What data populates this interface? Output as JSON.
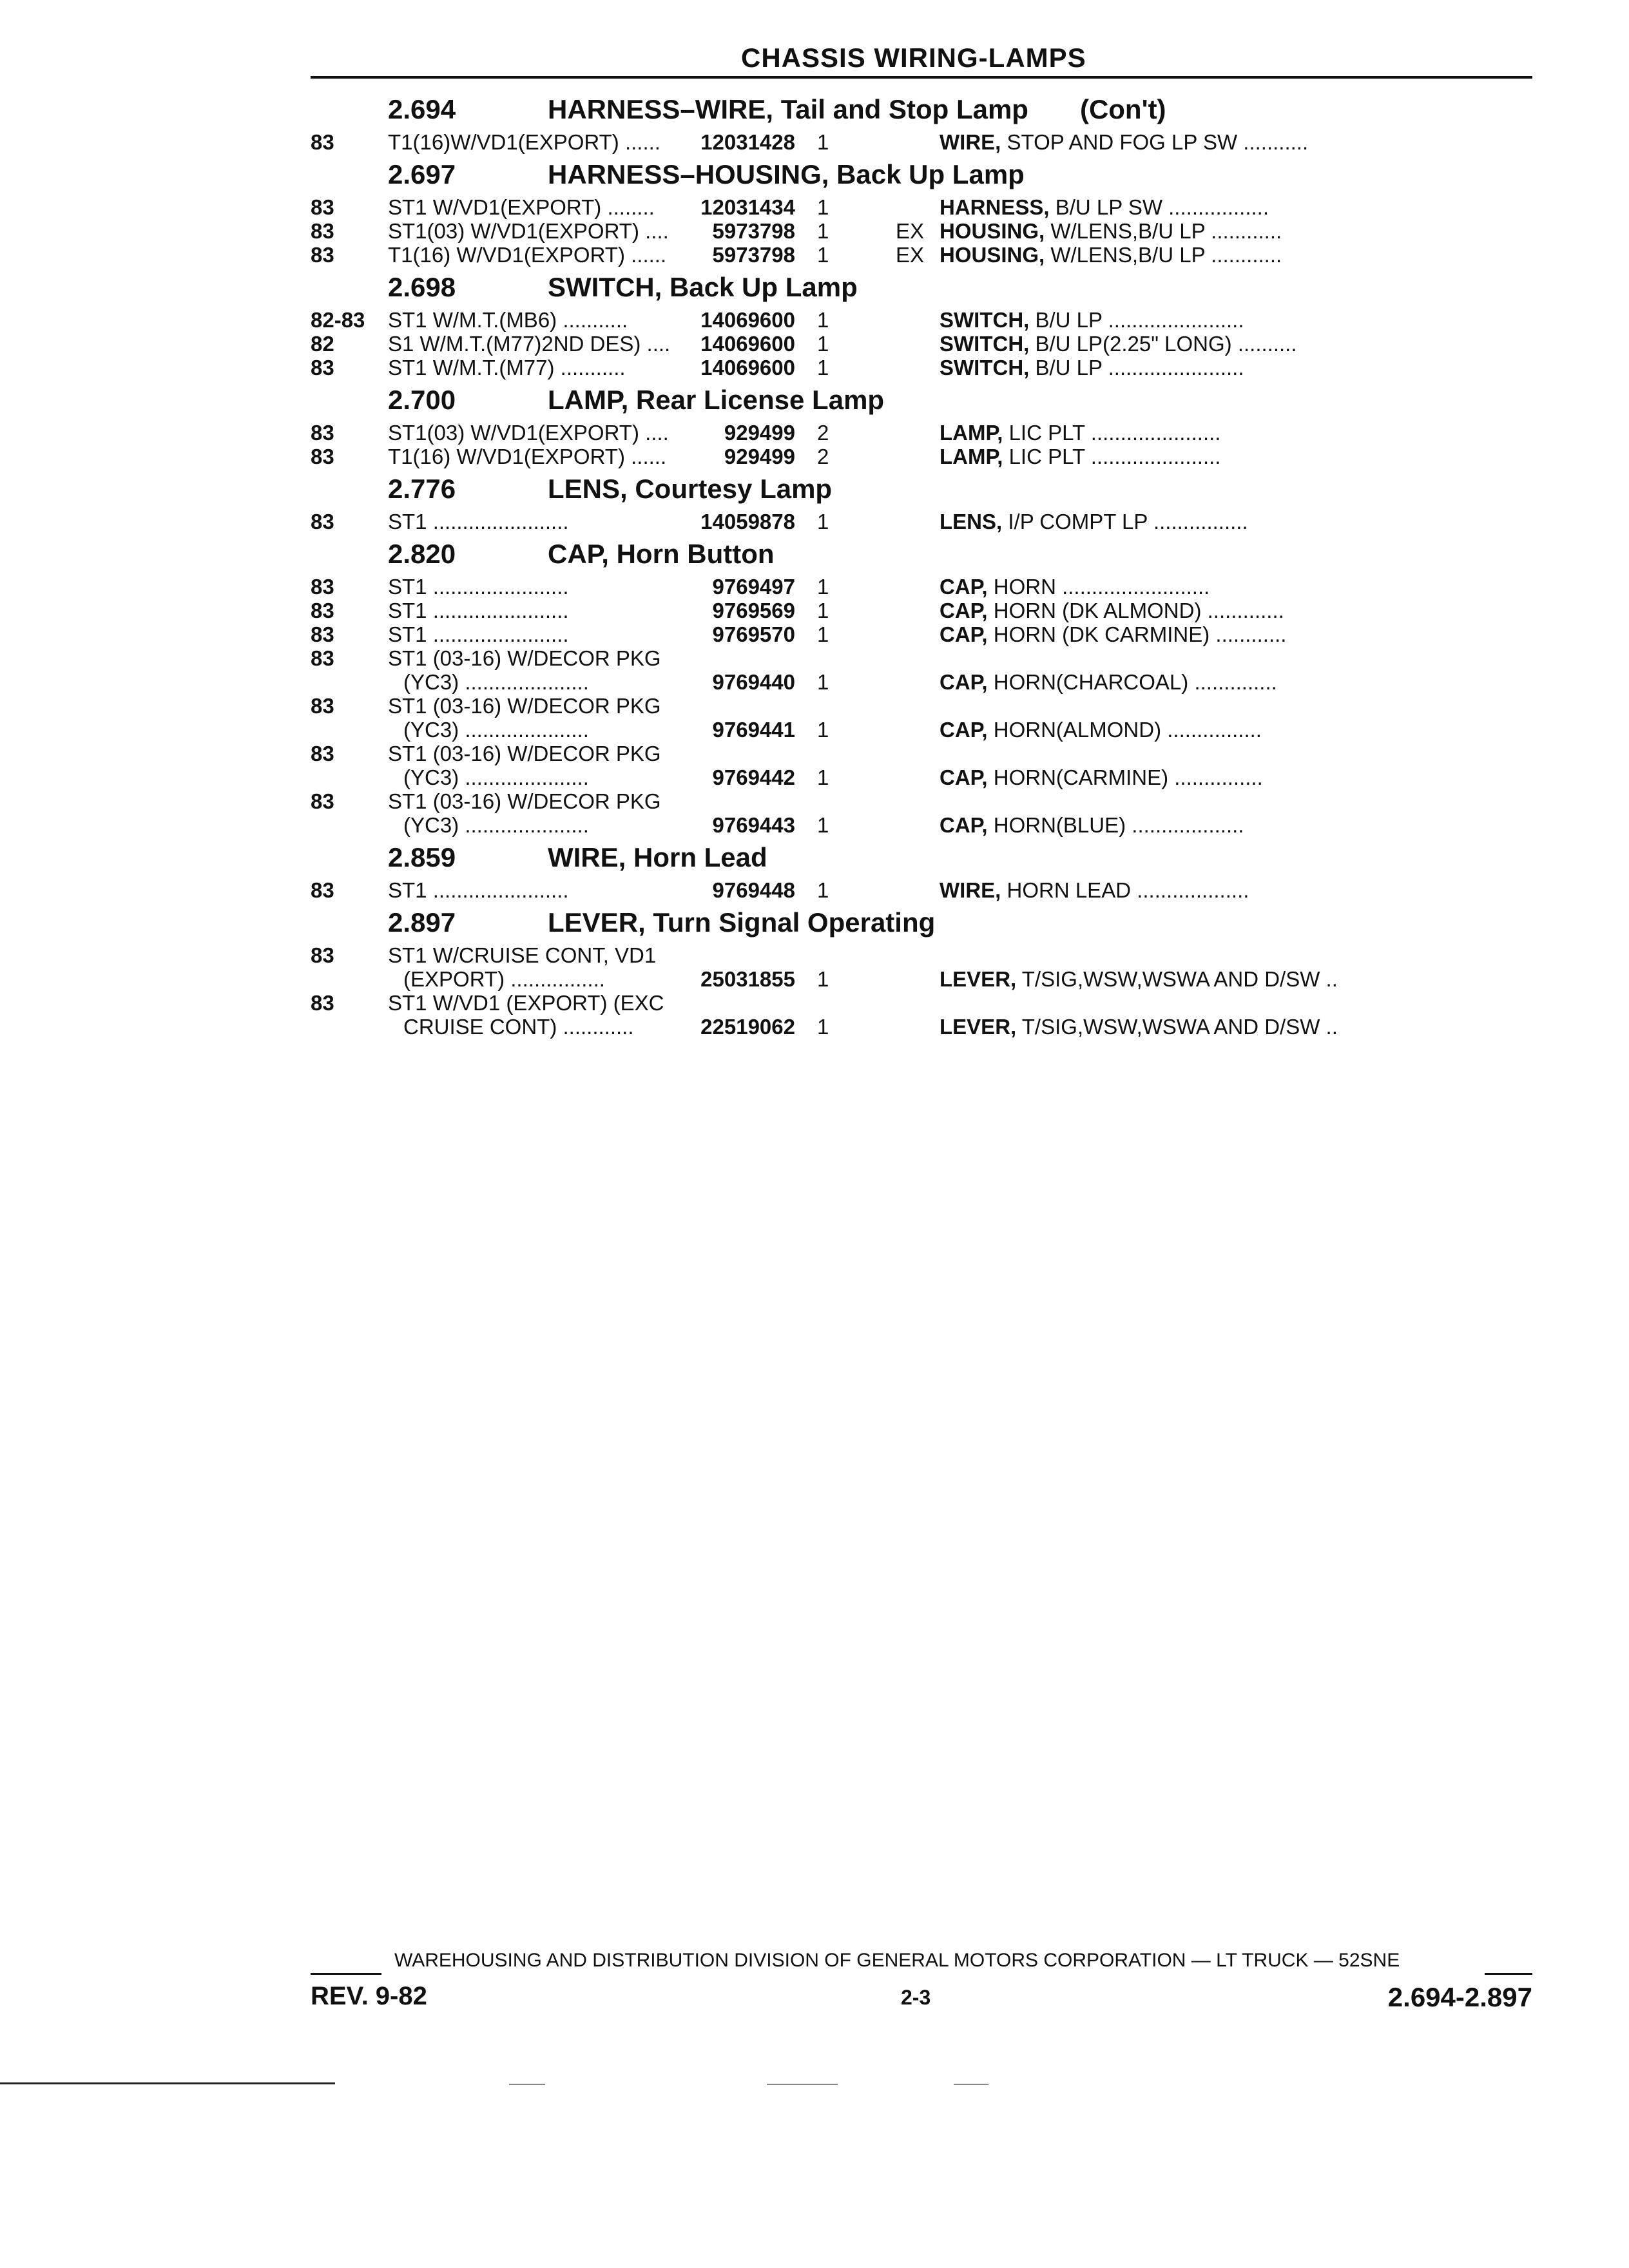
{
  "header": {
    "title": "CHASSIS WIRING-LAMPS"
  },
  "sections": [
    {
      "num": "2.694",
      "title": "HARNESS–WIRE, Tail and Stop Lamp",
      "cont": "(Con't)",
      "rows": [
        {
          "year": "83",
          "app": "T1(16)W/VD1(EXPORT) ......",
          "part": "12031428",
          "qty": "1",
          "ex": "",
          "noun": "WIRE,",
          "desc": " STOP AND FOG LP SW ..........."
        }
      ]
    },
    {
      "num": "2.697",
      "title": "HARNESS–HOUSING, Back Up Lamp",
      "cont": "",
      "rows": [
        {
          "year": "83",
          "app": "ST1 W/VD1(EXPORT) ........",
          "part": "12031434",
          "qty": "1",
          "ex": "",
          "noun": "HARNESS,",
          "desc": " B/U LP SW ................."
        },
        {
          "year": "83",
          "app": "ST1(03) W/VD1(EXPORT) ....",
          "part": "5973798",
          "qty": "1",
          "ex": "EX",
          "noun": "HOUSING,",
          "desc": " W/LENS,B/U LP ............"
        },
        {
          "year": "83",
          "app": "T1(16) W/VD1(EXPORT) ......",
          "part": "5973798",
          "qty": "1",
          "ex": "EX",
          "noun": "HOUSING,",
          "desc": " W/LENS,B/U LP ............"
        }
      ]
    },
    {
      "num": "2.698",
      "title": "SWITCH, Back Up Lamp",
      "cont": "",
      "rows": [
        {
          "year": "82-83",
          "app": "ST1 W/M.T.(MB6) ...........",
          "part": "14069600",
          "qty": "1",
          "ex": "",
          "noun": "SWITCH,",
          "desc": " B/U LP ......................."
        },
        {
          "year": "82",
          "app": "S1 W/M.T.(M77)2ND DES) ....",
          "part": "14069600",
          "qty": "1",
          "ex": "",
          "noun": "SWITCH,",
          "desc": " B/U LP(2.25\" LONG) .........."
        },
        {
          "year": "83",
          "app": "ST1 W/M.T.(M77) ...........",
          "part": "14069600",
          "qty": "1",
          "ex": "",
          "noun": "SWITCH,",
          "desc": " B/U LP ......................."
        }
      ]
    },
    {
      "num": "2.700",
      "title": "LAMP, Rear License Lamp",
      "cont": "",
      "rows": [
        {
          "year": "83",
          "app": "ST1(03) W/VD1(EXPORT) ....",
          "part": "929499",
          "qty": "2",
          "ex": "",
          "noun": "LAMP,",
          "desc": " LIC PLT ......................"
        },
        {
          "year": "83",
          "app": "T1(16) W/VD1(EXPORT) ......",
          "part": "929499",
          "qty": "2",
          "ex": "",
          "noun": "LAMP,",
          "desc": " LIC PLT ......................"
        }
      ]
    },
    {
      "num": "2.776",
      "title": "LENS, Courtesy Lamp",
      "cont": "",
      "rows": [
        {
          "year": "83",
          "app": "ST1 .......................",
          "part": "14059878",
          "qty": "1",
          "ex": "",
          "noun": "LENS,",
          "desc": " I/P COMPT LP ................"
        }
      ]
    },
    {
      "num": "2.820",
      "title": "CAP, Horn Button",
      "cont": "",
      "rows": [
        {
          "year": "83",
          "app": "ST1 .......................",
          "part": "9769497",
          "qty": "1",
          "ex": "",
          "noun": "CAP,",
          "desc": " HORN ........................."
        },
        {
          "year": "83",
          "app": "ST1 .......................",
          "part": "9769569",
          "qty": "1",
          "ex": "",
          "noun": "CAP,",
          "desc": " HORN (DK ALMOND) ............."
        },
        {
          "year": "83",
          "app": "ST1 .......................",
          "part": "9769570",
          "qty": "1",
          "ex": "",
          "noun": "CAP,",
          "desc": " HORN (DK CARMINE) ............"
        },
        {
          "year": "83",
          "app": "ST1 (03-16) W/DECOR PKG",
          "part": "",
          "qty": "",
          "ex": "",
          "noun": "",
          "desc": ""
        },
        {
          "year": "",
          "app": "(YC3) .....................",
          "indent": true,
          "part": "9769440",
          "qty": "1",
          "ex": "",
          "noun": "CAP,",
          "desc": " HORN(CHARCOAL) .............."
        },
        {
          "year": "83",
          "app": "ST1 (03-16) W/DECOR PKG",
          "part": "",
          "qty": "",
          "ex": "",
          "noun": "",
          "desc": ""
        },
        {
          "year": "",
          "app": "(YC3) .....................",
          "indent": true,
          "part": "9769441",
          "qty": "1",
          "ex": "",
          "noun": "CAP,",
          "desc": " HORN(ALMOND) ................"
        },
        {
          "year": "83",
          "app": "ST1 (03-16) W/DECOR PKG",
          "part": "",
          "qty": "",
          "ex": "",
          "noun": "",
          "desc": ""
        },
        {
          "year": "",
          "app": "(YC3) .....................",
          "indent": true,
          "part": "9769442",
          "qty": "1",
          "ex": "",
          "noun": "CAP,",
          "desc": " HORN(CARMINE) ..............."
        },
        {
          "year": "83",
          "app": "ST1 (03-16) W/DECOR PKG",
          "part": "",
          "qty": "",
          "ex": "",
          "noun": "",
          "desc": ""
        },
        {
          "year": "",
          "app": "(YC3) .....................",
          "indent": true,
          "part": "9769443",
          "qty": "1",
          "ex": "",
          "noun": "CAP,",
          "desc": " HORN(BLUE) ..................."
        }
      ]
    },
    {
      "num": "2.859",
      "title": "WIRE, Horn Lead",
      "cont": "",
      "rows": [
        {
          "year": "83",
          "app": "ST1 .......................",
          "part": "9769448",
          "qty": "1",
          "ex": "",
          "noun": "WIRE,",
          "desc": " HORN LEAD ..................."
        }
      ]
    },
    {
      "num": "2.897",
      "title": "LEVER, Turn Signal Operating",
      "cont": "",
      "rows": [
        {
          "year": "83",
          "app": "ST1 W/CRUISE CONT, VD1",
          "part": "",
          "qty": "",
          "ex": "",
          "noun": "",
          "desc": ""
        },
        {
          "year": "",
          "app": "(EXPORT) ................",
          "indent": true,
          "part": "25031855",
          "qty": "1",
          "ex": "",
          "noun": "LEVER,",
          "desc": " T/SIG,WSW,WSWA AND D/SW .."
        },
        {
          "year": "83",
          "app": "ST1 W/VD1 (EXPORT) (EXC",
          "part": "",
          "qty": "",
          "ex": "",
          "noun": "",
          "desc": ""
        },
        {
          "year": "",
          "app": "CRUISE CONT) ............",
          "indent": true,
          "part": "22519062",
          "qty": "1",
          "ex": "",
          "noun": "LEVER,",
          "desc": " T/SIG,WSW,WSWA AND D/SW .."
        }
      ]
    }
  ],
  "footer": {
    "line": "WAREHOUSING AND DISTRIBUTION DIVISION OF GENERAL MOTORS CORPORATION — LT TRUCK — 52SNE",
    "rev": "REV. 9-82",
    "page": "2-3",
    "range": "2.694-2.897"
  }
}
